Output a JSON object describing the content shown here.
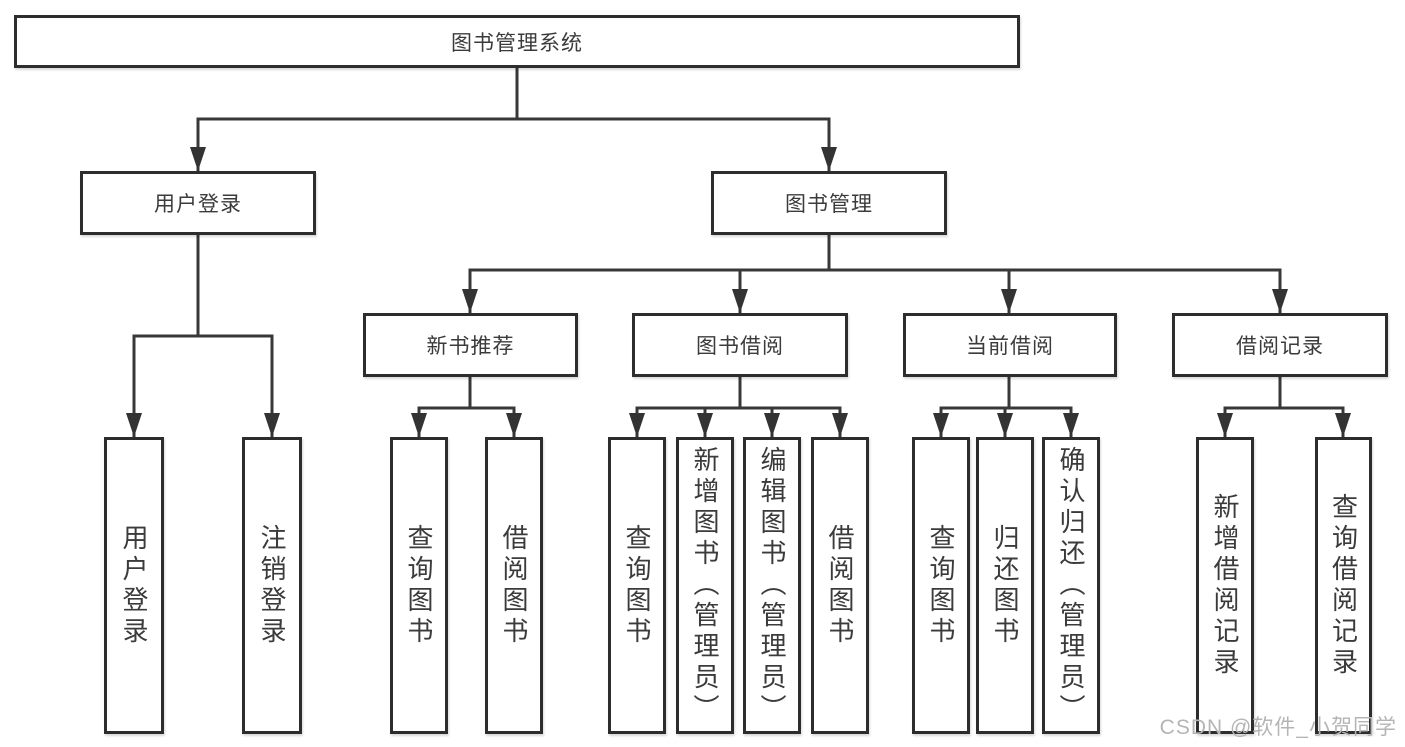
{
  "diagram": {
    "root": "图书管理系统",
    "branches": [
      {
        "label": "用户登录",
        "children": [
          "用户登录",
          "注销登录"
        ]
      },
      {
        "label": "图书管理",
        "sections": [
          {
            "label": "新书推荐",
            "children": [
              "查询图书",
              "借阅图书"
            ]
          },
          {
            "label": "图书借阅",
            "children": [
              "查询图书",
              "新增图书（管理员）",
              "编辑图书（管理员）",
              "借阅图书"
            ]
          },
          {
            "label": "当前借阅",
            "children": [
              "查询图书",
              "归还图书",
              "确认归还（管理员）"
            ]
          },
          {
            "label": "借阅记录",
            "children": [
              "新增借阅记录",
              "查询借阅记录"
            ]
          }
        ]
      }
    ]
  },
  "watermark": "CSDN @软件_小贺同学",
  "colors": {
    "line": "#383838",
    "box_border": "#2d2d2d",
    "text": "#3b3b3b",
    "watermark_text": "#b5b5b5",
    "background": "#ffffff"
  }
}
